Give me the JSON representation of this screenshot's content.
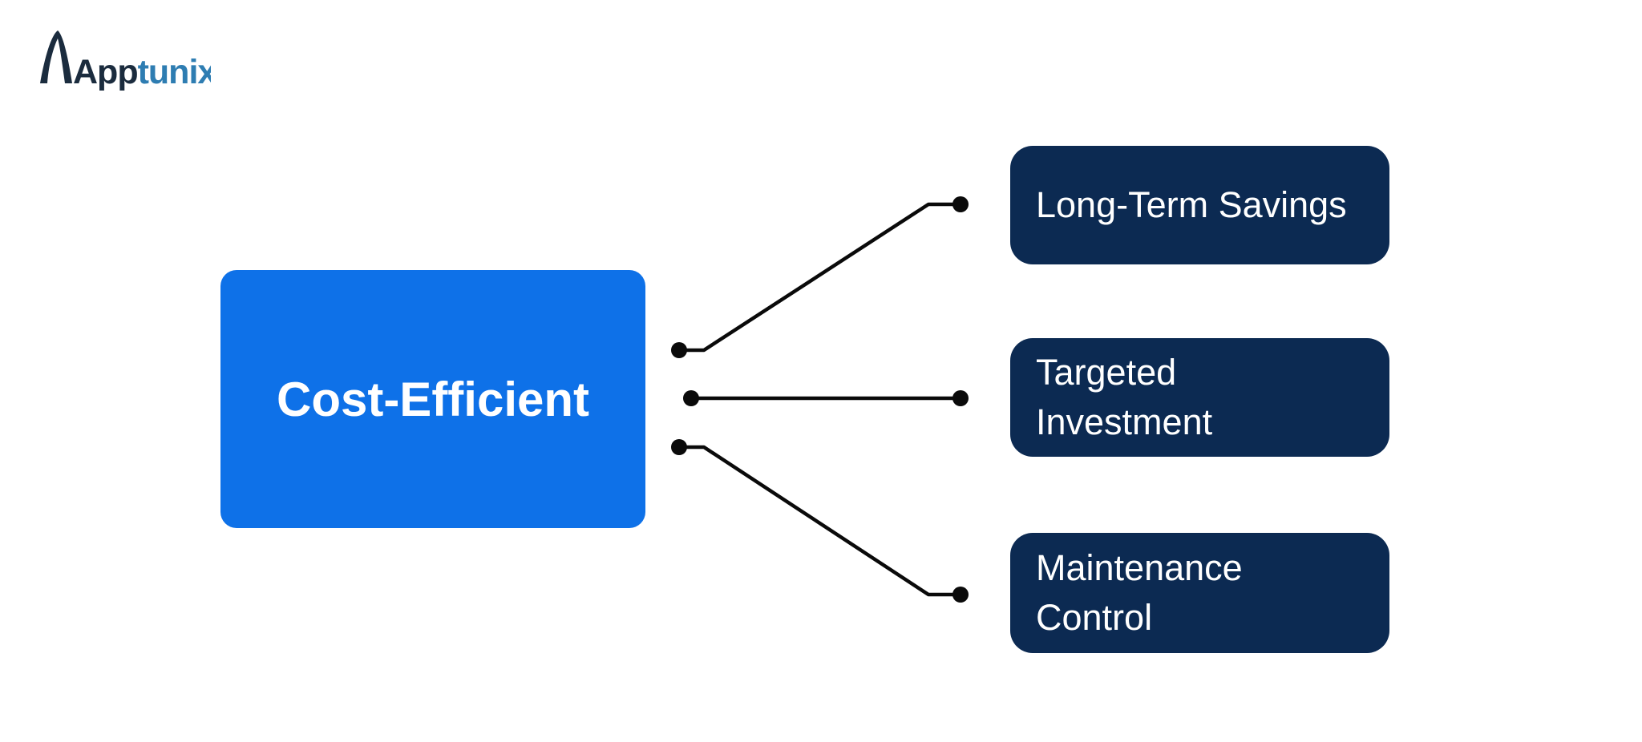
{
  "logo": {
    "brand_prefix": "App",
    "brand_suffix": "tunix",
    "alt": "Apptunix"
  },
  "diagram": {
    "root": {
      "label": "Cost-Efficient"
    },
    "children": [
      {
        "label": "Long-Term Savings",
        "lines": [
          "Long-Term Savings"
        ]
      },
      {
        "label": "Targeted Investment",
        "lines": [
          "Targeted",
          "Investment"
        ]
      },
      {
        "label": "Maintenance Control",
        "lines": [
          "Maintenance",
          "Control"
        ]
      }
    ]
  },
  "colors": {
    "background": "#FFFFFF",
    "root_node_fill": "#0E71E8",
    "child_node_fill": "#0C2A52",
    "node_text": "#FFFFFF",
    "connector": "#0A0A0A",
    "logo_dark": "#1B2C3E",
    "logo_blue": "#2E7DB2"
  }
}
